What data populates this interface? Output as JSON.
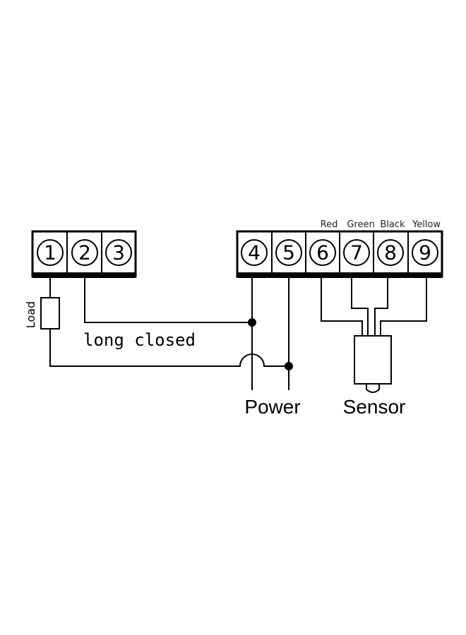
{
  "terminals_left": [
    "1",
    "2",
    "3"
  ],
  "terminals_right": [
    "4",
    "5",
    "6",
    "7",
    "8",
    "9"
  ],
  "wire_colors": {
    "red": "Red",
    "green": "Green",
    "black": "Black",
    "yellow": "Yellow"
  },
  "labels": {
    "load": "Load",
    "long_closed": "long closed",
    "power": "Power",
    "sensor": "Sensor"
  }
}
